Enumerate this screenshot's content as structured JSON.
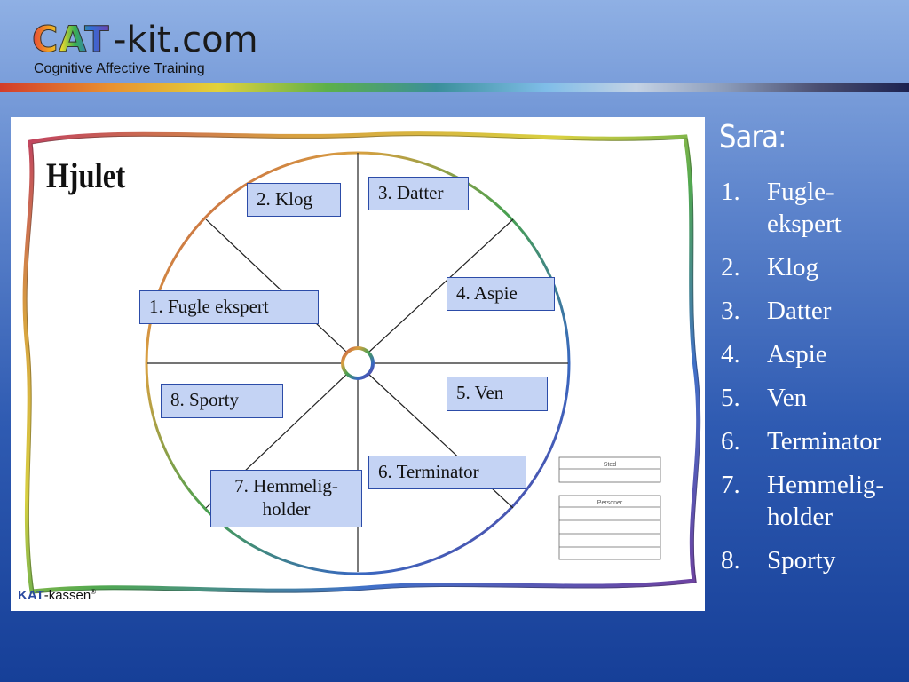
{
  "header": {
    "logo_brand": "CAT",
    "logo_domain": "-kit.com",
    "logo_tagline": "Cognitive Affective Training"
  },
  "board": {
    "title": "Hjulet",
    "labels": [
      {
        "text": "1. Fugle ekspert"
      },
      {
        "text": "2. Klog"
      },
      {
        "text": "3. Datter"
      },
      {
        "text": "4. Aspie"
      },
      {
        "text": "5. Ven"
      },
      {
        "text": "6. Terminator"
      },
      {
        "lines": [
          "7. Hemmelig-",
          "holder"
        ]
      },
      {
        "text": "8. Sporty"
      }
    ],
    "form": {
      "sted_label": "Sted",
      "personer_label": "Personer"
    },
    "footer_brand": "KAT",
    "footer_suffix": "-kassen",
    "footer_mark": "®"
  },
  "sidebar": {
    "title": "Sara:",
    "items": [
      {
        "num": "1.",
        "lines": [
          "Fugle-",
          "ekspert"
        ]
      },
      {
        "num": "2.",
        "lines": [
          "Klog"
        ]
      },
      {
        "num": "3.",
        "lines": [
          "Datter"
        ]
      },
      {
        "num": "4.",
        "lines": [
          "Aspie"
        ]
      },
      {
        "num": "5.",
        "lines": [
          "Ven"
        ]
      },
      {
        "num": "6.",
        "lines": [
          "Terminator"
        ]
      },
      {
        "num": "7.",
        "lines": [
          "Hemmelig-",
          "holder"
        ]
      },
      {
        "num": "8.",
        "lines": [
          "Sporty"
        ]
      }
    ]
  },
  "colors": {
    "label_fill": "#c4d3f4",
    "label_border": "#2c4ca8",
    "text_on_blue": "#ffffff"
  }
}
